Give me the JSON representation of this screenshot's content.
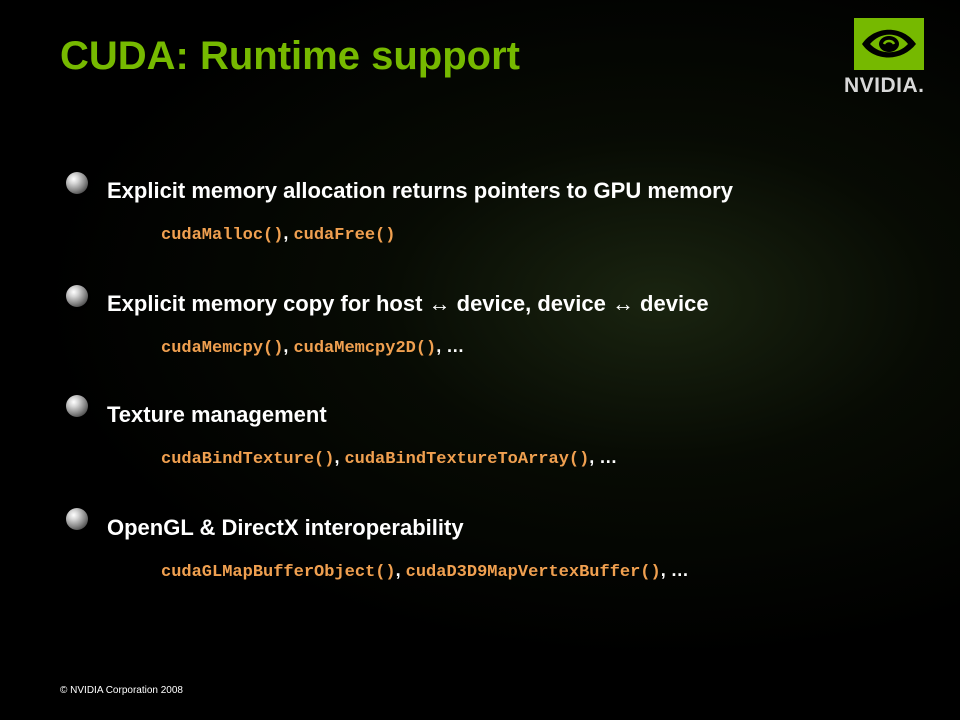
{
  "slide": {
    "title": "CUDA: Runtime support",
    "logo_text": "NVIDIA.",
    "bullets": [
      {
        "heading": "Explicit memory allocation returns pointers to GPU memory",
        "code": [
          {
            "fn": "cudaMalloc()",
            "sep": ", "
          },
          {
            "fn": "cudaFree()",
            "sep": ""
          }
        ]
      },
      {
        "heading": "Explicit memory copy for host ↔ device, device ↔ device",
        "code": [
          {
            "fn": "cudaMemcpy()",
            "sep": ", "
          },
          {
            "fn": "cudaMemcpy2D()",
            "sep": ", …"
          }
        ]
      },
      {
        "heading": "Texture management",
        "code": [
          {
            "fn": "cudaBindTexture()",
            "sep": ", "
          },
          {
            "fn": "cudaBindTextureToArray()",
            "sep": ", …"
          }
        ]
      },
      {
        "heading": "OpenGL & DirectX interoperability",
        "code": [
          {
            "fn": "cudaGLMapBufferObject()",
            "sep": ", "
          },
          {
            "fn": "cudaD3D9MapVertexBuffer()",
            "sep": ", …"
          }
        ]
      }
    ],
    "footer": "© NVIDIA Corporation 2008",
    "colors": {
      "title": "#76b900",
      "code": "#f0a050",
      "text": "#ffffff",
      "background": "#000000"
    }
  }
}
